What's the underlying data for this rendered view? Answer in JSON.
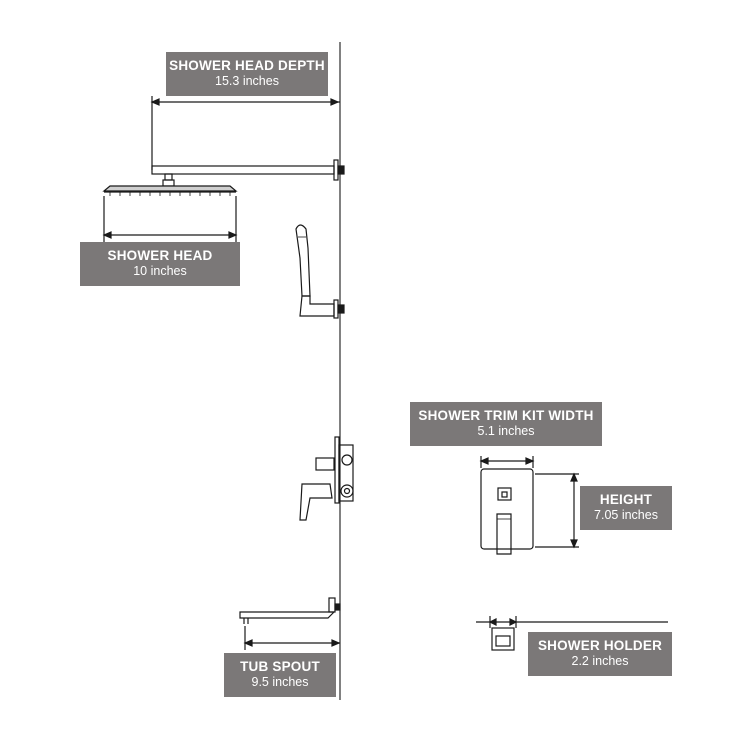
{
  "labels": {
    "shower_head_depth": {
      "title": "SHOWER HEAD DEPTH",
      "value": "15.3 inches"
    },
    "shower_head": {
      "title": "SHOWER HEAD",
      "value": "10 inches"
    },
    "trim_kit_width": {
      "title": "SHOWER TRIM KIT WIDTH",
      "value": "5.1 inches"
    },
    "height": {
      "title": "HEIGHT",
      "value": "7.05 inches"
    },
    "shower_holder": {
      "title": "SHOWER HOLDER",
      "value": "2.2 inches"
    },
    "tub_spout": {
      "title": "TUB SPOUT",
      "value": "9.5 inches"
    }
  },
  "colors": {
    "label_bg": "#7b7878",
    "label_text": "#ffffff",
    "line": "#1a1a1a"
  }
}
